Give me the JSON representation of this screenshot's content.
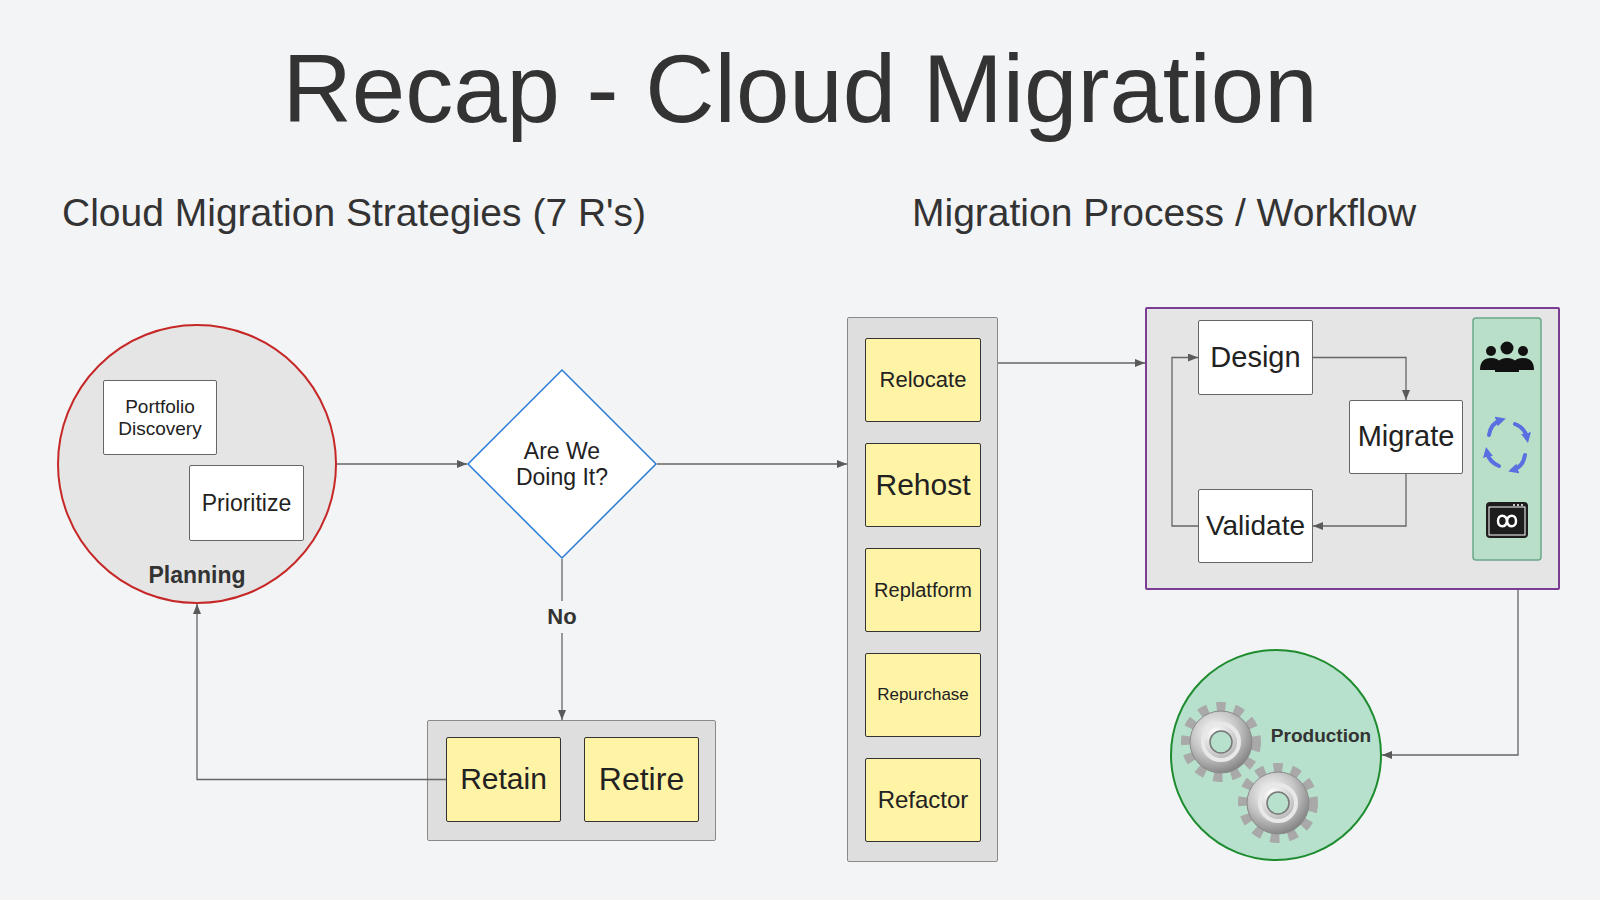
{
  "diagram": {
    "title": "Recap - Cloud Migration",
    "nodes": [
      {
        "text": [
          "Planning"
        ]
      },
      {
        "text": [
          "Portfolio Discovery"
        ],
        "in": 0
      },
      {
        "text": [
          "Prioritize"
        ],
        "in": 0
      },
      {
        "text": [
          "Are We Doing It?"
        ]
      },
      {
        "text": []
      },
      {
        "text": [
          "Retain"
        ],
        "in": 4
      },
      {
        "text": [
          "Retire"
        ],
        "in": 4
      },
      {
        "text": []
      },
      {
        "text": [
          "Relocate"
        ],
        "in": 7
      },
      {
        "text": [
          "Rehost"
        ],
        "in": 7
      },
      {
        "text": [
          "Replatform"
        ],
        "in": 7
      },
      {
        "text": [
          "Repurchase"
        ],
        "in": 7
      },
      {
        "text": [
          "Refactor"
        ],
        "in": 7
      },
      {
        "text": []
      },
      {
        "text": [
          "Design"
        ],
        "in": 13
      },
      {
        "text": [
          "Migrate"
        ],
        "in": 13
      },
      {
        "text": [
          "Validate"
        ],
        "in": 13
      },
      {
        "text": [
          "Production"
        ]
      }
    ],
    "edges": [
      {
        "from": 0,
        "to": 3,
        "arrow": "to"
      },
      {
        "from": 3,
        "to": 7,
        "arrow": "to"
      },
      {
        "from": 3,
        "to": 4,
        "label": "No",
        "arrow": "to"
      },
      {
        "from": 5,
        "to": 0,
        "arrow": "to"
      },
      {
        "from": 7,
        "to": 13,
        "arrow": "to"
      },
      {
        "from": 14,
        "to": 15,
        "arrow": "to"
      },
      {
        "from": 15,
        "to": 16,
        "arrow": "to"
      },
      {
        "from": 16,
        "to": 14,
        "arrow": "to"
      },
      {
        "from": 13,
        "to": 17,
        "arrow": "to"
      }
    ],
    "labels": [
      "Cloud Migration Strategies (7 R's)",
      "Migration Process / Workflow"
    ]
  }
}
